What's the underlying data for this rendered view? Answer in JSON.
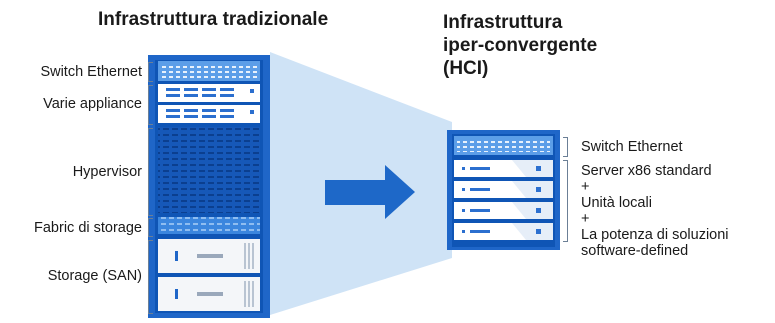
{
  "left_title": "Infrastruttura tradizionale",
  "right_title_lines": [
    "Infrastruttura",
    "iper-convergente",
    "(HCI)"
  ],
  "left_labels": {
    "switch": "Switch Ethernet",
    "appliance": "Varie appliance",
    "hypervisor": "Hypervisor",
    "fabric": "Fabric di storage",
    "storage": "Storage (SAN)"
  },
  "right_labels": {
    "switch": "Switch Ethernet",
    "server": "Server x86 standard",
    "plus1": "+",
    "units": "Unità locali",
    "plus2": "+",
    "power1": "La potenza di soluzioni",
    "power2": "software-defined"
  },
  "colors": {
    "rack_blue": "#1f66c8",
    "rack_dark": "#0d4fa8",
    "arrow": "#1e68c8",
    "funnel": "#cfe3f6",
    "bracket": "#6b7f96"
  }
}
